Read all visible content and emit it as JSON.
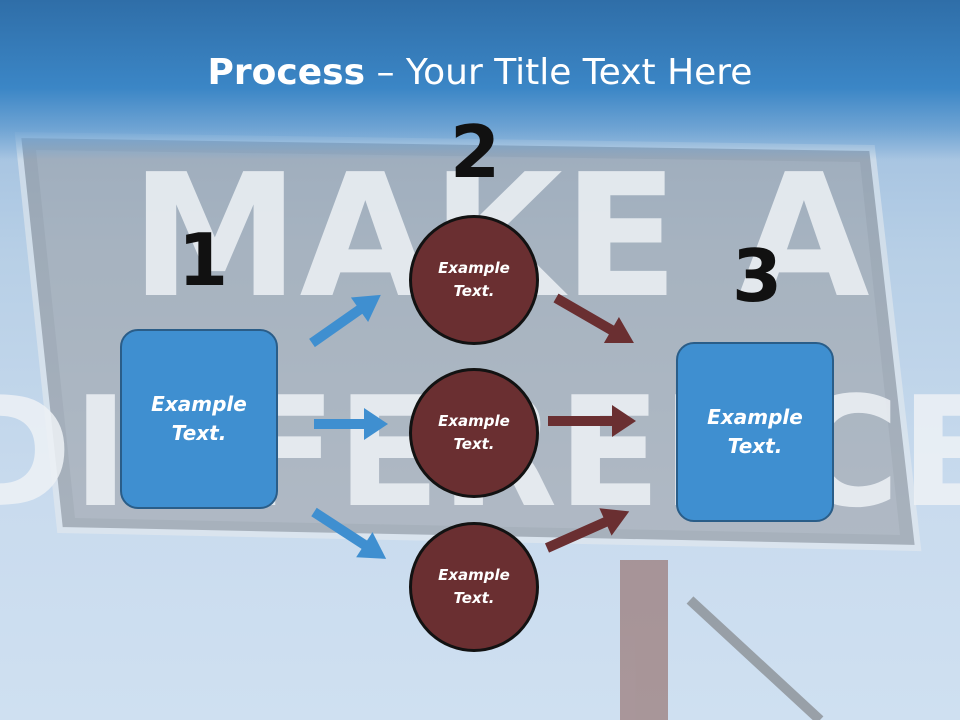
{
  "title": {
    "bold": "Process",
    "dash": " – ",
    "rest": "Your Title Text Here"
  },
  "numbers": {
    "one": "1",
    "two": "2",
    "three": "3"
  },
  "left_box": {
    "text": "Example Text."
  },
  "right_box": {
    "text": "Example Text."
  },
  "circles": [
    {
      "text": "Example Text."
    },
    {
      "text": "Example Text."
    },
    {
      "text": "Example Text."
    }
  ],
  "background": {
    "sign_text_line1": "MAKE A",
    "sign_text_line2": "DIFFERENCE"
  },
  "colors": {
    "box_blue": "#3f8fd0",
    "circle_maroon": "#6a2f31",
    "arrow_blue": "#3f8fd0",
    "arrow_maroon": "#6a2f31",
    "title_bar": "#3b86c6"
  }
}
